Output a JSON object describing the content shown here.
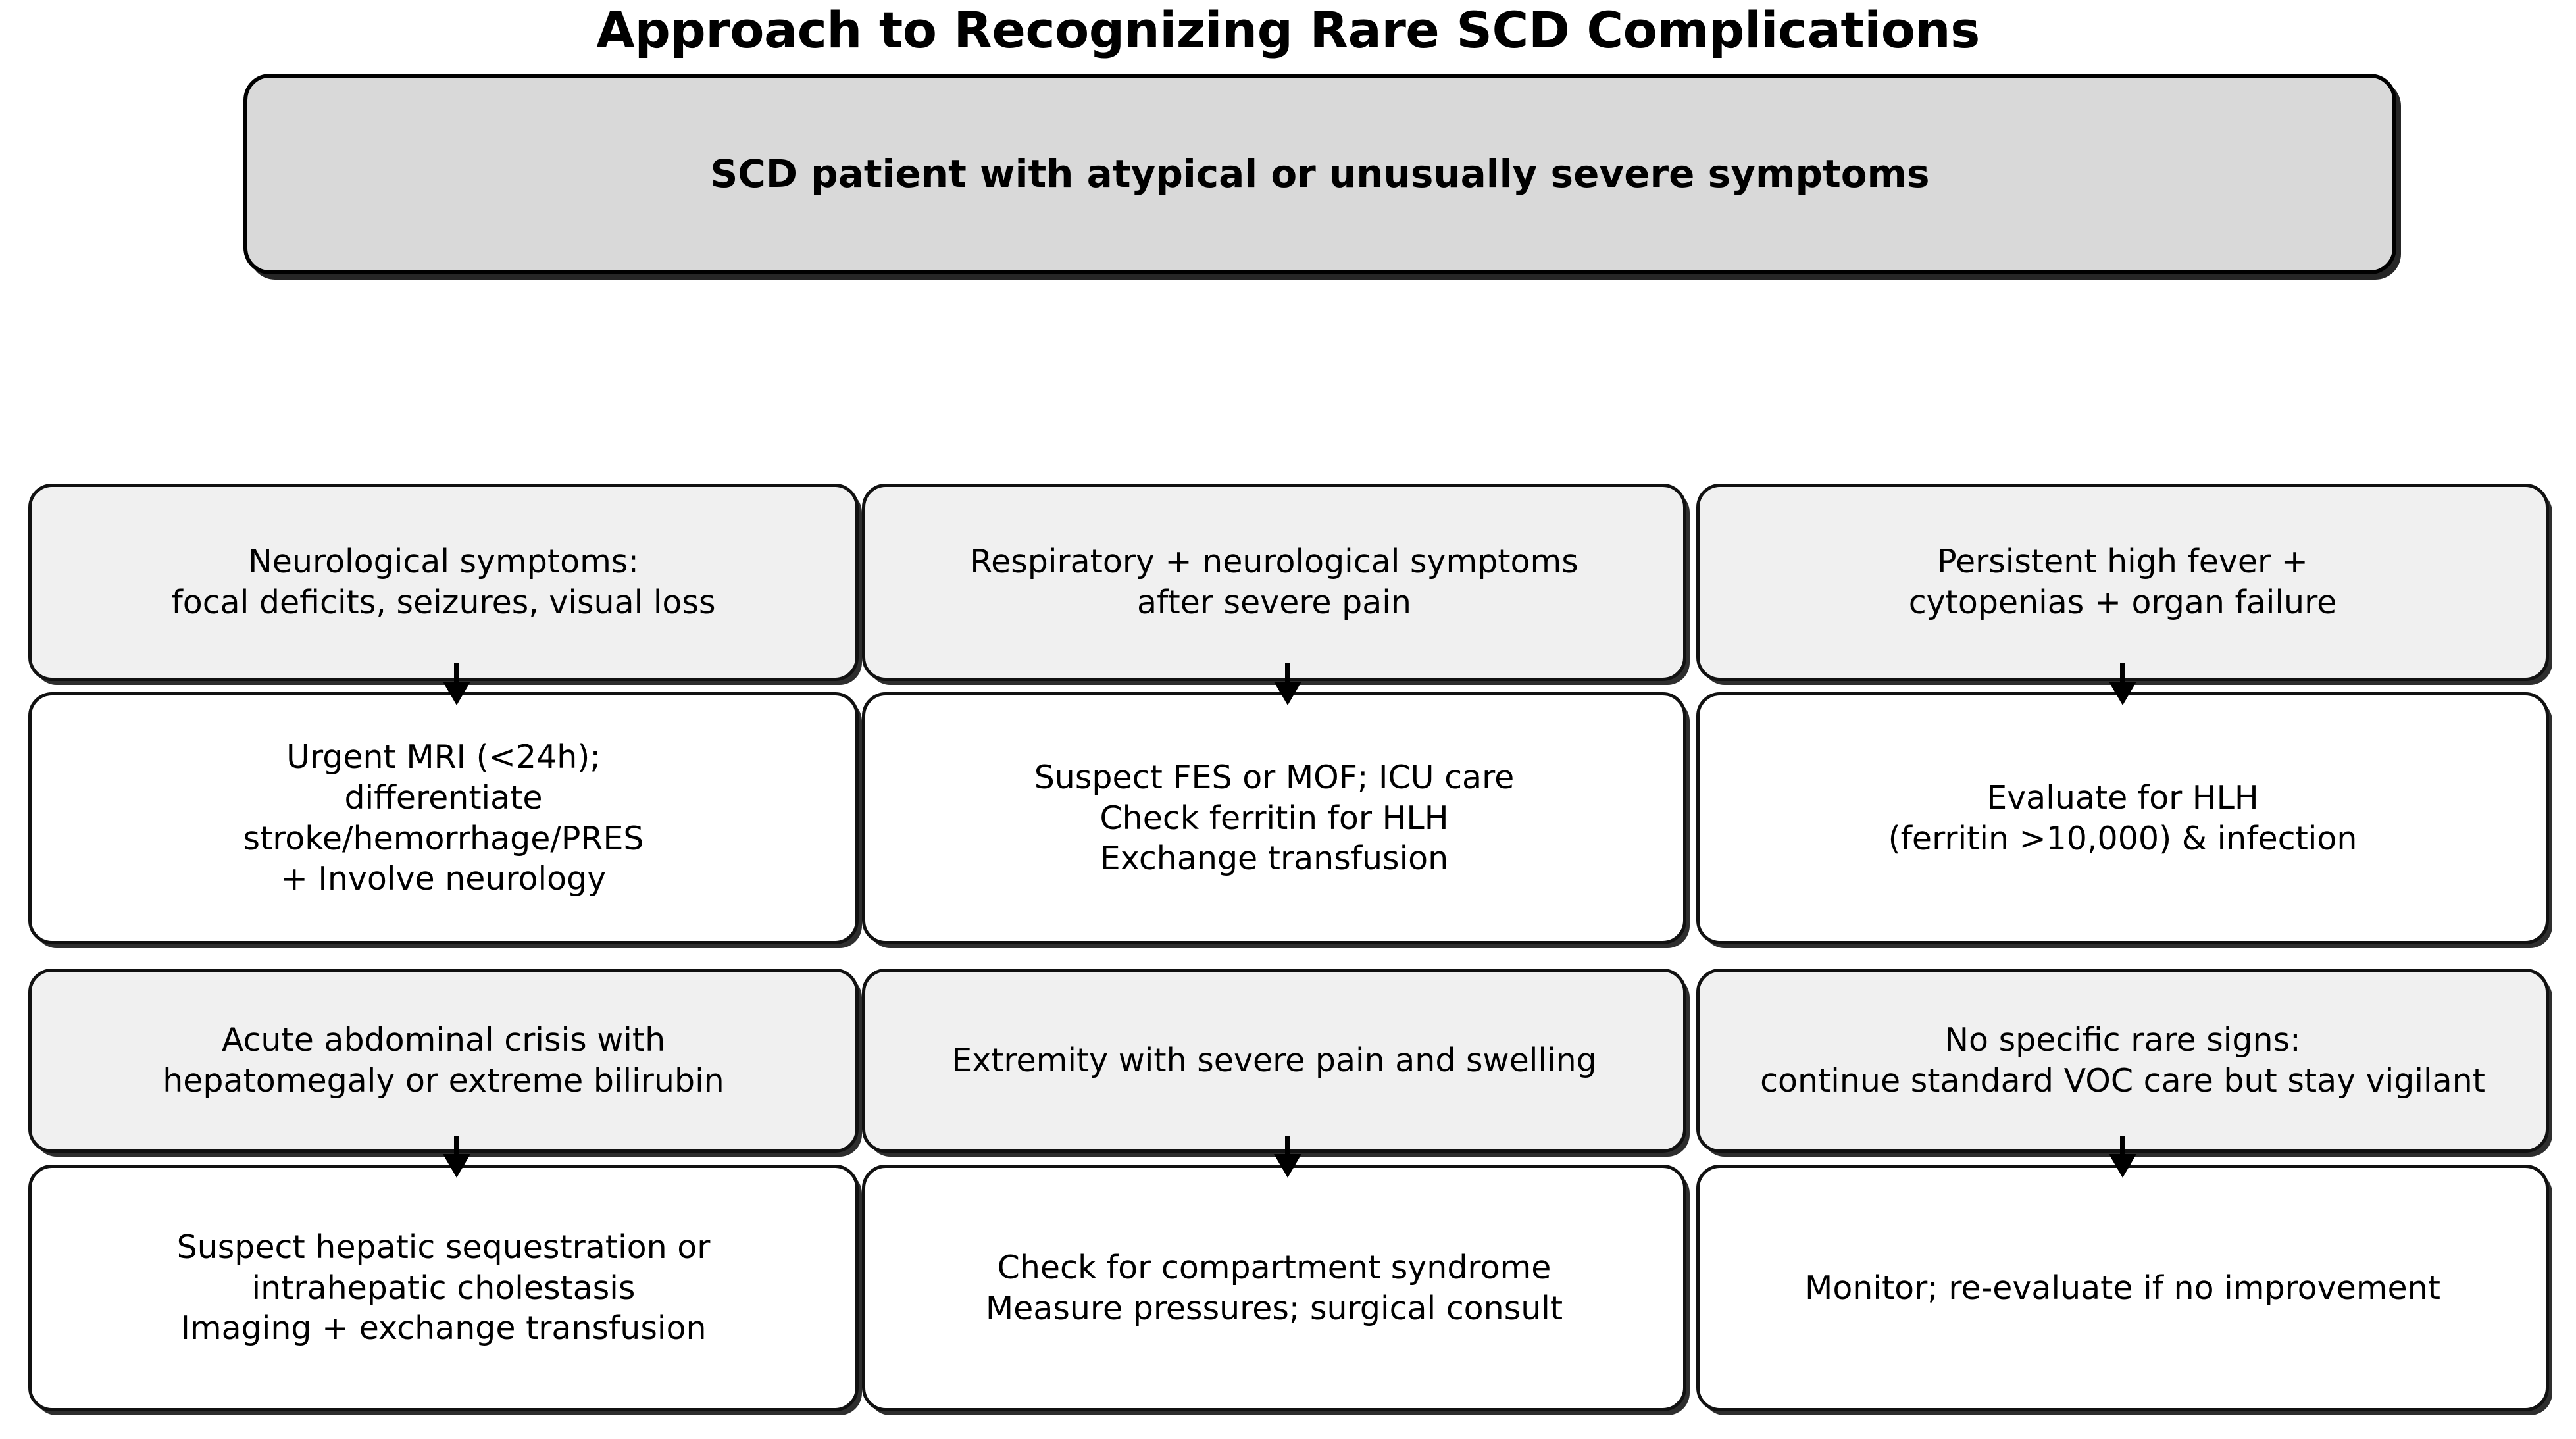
{
  "title": "Approach to Recognizing Rare SCD Complications",
  "root": {
    "label": "SCD patient with atypical or unusually severe symptoms",
    "fill": "#d9d9d9",
    "border": "#000000"
  },
  "colors": {
    "condition_fill": "#f0f0f0",
    "action_fill": "#ffffff",
    "border": "#111111",
    "text": "#000000",
    "page_background": "#ffffff"
  },
  "branches": [
    {
      "id": "neurological",
      "condition": "Neurological symptoms:\nfocal deficits, seizures, visual loss",
      "action": "Urgent MRI (<24h);\ndifferentiate\nstroke/hemorrhage/PRES\n+ Involve neurology"
    },
    {
      "id": "respiratory-neuro",
      "condition": "Respiratory + neurological symptoms\nafter severe pain",
      "action": "Suspect FES or MOF; ICU care\nCheck ferritin for HLH\nExchange transfusion"
    },
    {
      "id": "fever-cytopenias",
      "condition": "Persistent high fever +\ncytopenias + organ failure",
      "action": "Evaluate for HLH\n(ferritin >10,000) & infection"
    },
    {
      "id": "abdominal-crisis",
      "condition": "Acute abdominal crisis with\nhepatomegaly or extreme bilirubin",
      "action": "Suspect hepatic sequestration or\nintrahepatic cholestasis\nImaging + exchange transfusion"
    },
    {
      "id": "extremity-pain",
      "condition": "Extremity with severe pain and swelling",
      "action": "Check for compartment syndrome\nMeasure pressures; surgical consult"
    },
    {
      "id": "no-rare-signs",
      "condition": "No specific rare signs:\ncontinue standard VOC care but stay vigilant",
      "action": "Monitor; re-evaluate if no improvement"
    }
  ]
}
